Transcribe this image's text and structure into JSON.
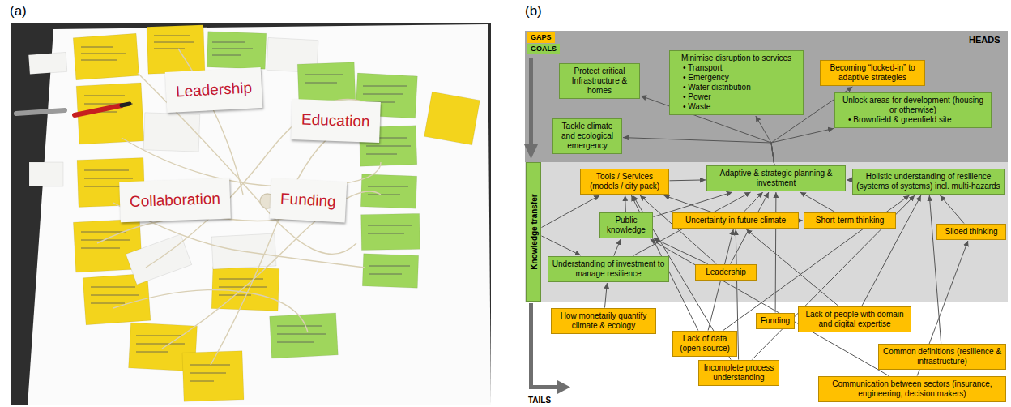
{
  "diagram": {
    "nodes": [
      {
        "text": [
          "Leadership"
        ]
      },
      {
        "text": [
          "Education"
        ]
      },
      {
        "text": [
          "Collaboration"
        ]
      },
      {
        "text": [
          "Funding"
        ]
      },
      {
        "text": [
          "Protect critical Infrastructure & homes"
        ]
      },
      {
        "text": [
          "Minimise disruption to services",
          "• Transport",
          "• Emergency",
          "• Water distribution",
          "• Power",
          "• Waste"
        ]
      },
      {
        "text": [
          "Becoming “locked-in” to adaptive strategies"
        ]
      },
      {
        "text": [
          "Unlock areas for development (housing or otherwise)",
          "• Brownfield & greenfield site"
        ]
      },
      {
        "text": [
          "Tackle climate and ecological emergency"
        ]
      },
      {
        "text": [
          "Knowledge transfer"
        ]
      },
      {
        "text": [
          "Tools / Services (models / city pack)"
        ]
      },
      {
        "text": [
          "Adaptive & strategic planning & investment"
        ]
      },
      {
        "text": [
          "Holistic understanding of resilience (systems of systems) incl. multi-hazards"
        ]
      },
      {
        "text": [
          "Public knowledge"
        ]
      },
      {
        "text": [
          "Uncertainty in future climate"
        ]
      },
      {
        "text": [
          "Short-term thinking"
        ]
      },
      {
        "text": [
          "Siloed thinking"
        ]
      },
      {
        "text": [
          "Understanding of investment to manage resilience"
        ]
      },
      {
        "text": [
          "Leadership"
        ]
      },
      {
        "text": [
          "How monetarily quantify climate & ecology"
        ]
      },
      {
        "text": [
          "Lack of people with domain and digital expertise"
        ]
      },
      {
        "text": [
          "Funding"
        ]
      },
      {
        "text": [
          "Lack of data (open source)"
        ]
      },
      {
        "text": [
          "Common definitions (resilience & infrastructure)"
        ]
      },
      {
        "text": [
          "Incomplete process understanding"
        ]
      },
      {
        "text": [
          "Communication between sectors (insurance, engineering, decision makers)"
        ]
      }
    ],
    "edges": [
      {
        "from": 11,
        "to": 4,
        "arrow": "to"
      },
      {
        "from": 11,
        "to": 5,
        "arrow": "to"
      },
      {
        "from": 11,
        "to": 6,
        "arrow": "to"
      },
      {
        "from": 11,
        "to": 7,
        "arrow": "to"
      },
      {
        "from": 11,
        "to": 8,
        "arrow": "to"
      },
      {
        "from": 9,
        "to": 10,
        "arrow": "to"
      },
      {
        "from": 9,
        "to": 17,
        "arrow": "to"
      },
      {
        "from": 10,
        "to": 11,
        "arrow": "to"
      },
      {
        "from": 13,
        "to": 11,
        "arrow": "to"
      },
      {
        "from": 13,
        "to": 10,
        "arrow": "to"
      },
      {
        "from": 17,
        "to": 13,
        "arrow": "to"
      },
      {
        "from": 17,
        "to": 11,
        "arrow": "to"
      },
      {
        "from": 14,
        "to": 15,
        "arrow": "to"
      },
      {
        "from": 14,
        "to": 10,
        "arrow": "to"
      },
      {
        "from": 14,
        "to": 11,
        "arrow": "to"
      },
      {
        "from": 15,
        "to": 11,
        "arrow": "to"
      },
      {
        "from": 18,
        "to": 11,
        "arrow": "to"
      },
      {
        "from": 18,
        "to": 10,
        "arrow": "to"
      },
      {
        "from": 18,
        "to": 13,
        "arrow": "to"
      },
      {
        "from": 12,
        "to": 11,
        "arrow": "to"
      },
      {
        "from": 16,
        "to": 12,
        "arrow": "to"
      },
      {
        "from": 19,
        "to": 17,
        "arrow": "to"
      },
      {
        "from": 20,
        "to": 12,
        "arrow": "to"
      },
      {
        "from": 20,
        "to": 14,
        "arrow": "to"
      },
      {
        "from": 21,
        "to": 11,
        "arrow": "to"
      },
      {
        "from": 22,
        "to": 10,
        "arrow": "to"
      },
      {
        "from": 22,
        "to": 14,
        "arrow": "to"
      },
      {
        "from": 22,
        "to": 12,
        "arrow": "to"
      },
      {
        "from": 24,
        "to": 14,
        "arrow": "to"
      },
      {
        "from": 24,
        "to": 10,
        "arrow": "to"
      },
      {
        "from": 24,
        "to": 12,
        "arrow": "to"
      },
      {
        "from": 23,
        "to": 12,
        "arrow": "to"
      },
      {
        "from": 25,
        "to": 16,
        "arrow": "to"
      },
      {
        "from": 25,
        "to": 13,
        "arrow": "to"
      }
    ],
    "labels": [
      "(a)",
      "(b)",
      "HEADS",
      "TAILS"
    ],
    "legend": [
      {
        "text": "GAPS",
        "color": "#FFC000"
      },
      {
        "text": "GOALS",
        "color": "#92D050"
      }
    ]
  }
}
